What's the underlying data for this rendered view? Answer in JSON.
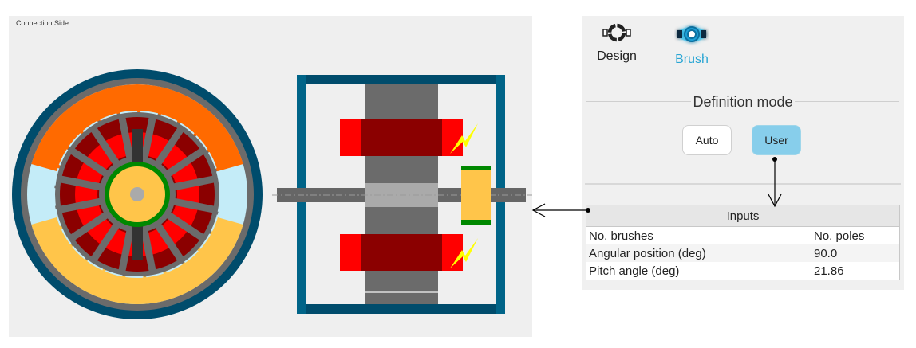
{
  "canvas": {
    "label": "Connection Side",
    "colors": {
      "frame": "#004c6c",
      "frame_light": "#006488",
      "yoke": "#6b6b6b",
      "magnet_north": "#ff6a00",
      "magnet_south": "#ffc54a",
      "airgap": "#c4ecf8",
      "winding_dark": "#8b0000",
      "winding_red": "#ff0000",
      "shaft_ring": "#008800",
      "shaft": "#ffc54a",
      "hub": "#aaaaaa",
      "core_bar": "#333333",
      "shaft_side": "#666666",
      "shaft_center": "#aaaaaa",
      "spark": "#ffff00"
    }
  },
  "tabs": [
    {
      "label": "Design",
      "icon": "design-icon",
      "active": false
    },
    {
      "label": "Brush",
      "icon": "brush-icon",
      "active": true
    }
  ],
  "definition_mode": {
    "title": "Definition mode",
    "options": [
      {
        "label": "Auto",
        "selected": false
      },
      {
        "label": "User",
        "selected": true
      }
    ]
  },
  "inputs_table": {
    "title": "Inputs",
    "rows": [
      {
        "label": "No. brushes",
        "value": "No. poles"
      },
      {
        "label": "Angular position (deg)",
        "value": "90.0"
      },
      {
        "label": "Pitch angle (deg)",
        "value": "21.86"
      }
    ]
  }
}
